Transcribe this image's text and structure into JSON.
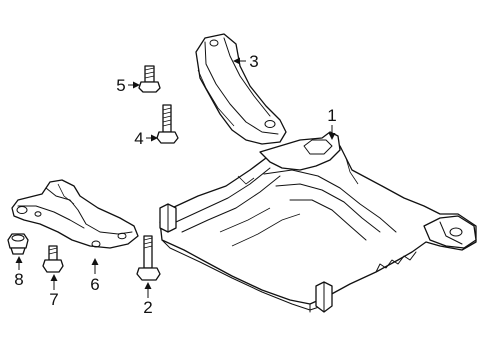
{
  "callouts": [
    {
      "id": "1",
      "part": "subframe"
    },
    {
      "id": "2",
      "part": "subframe-bolt"
    },
    {
      "id": "3",
      "part": "upper-bracket"
    },
    {
      "id": "4",
      "part": "bracket-bolt"
    },
    {
      "id": "5",
      "part": "small-bolt"
    },
    {
      "id": "6",
      "part": "lower-plate"
    },
    {
      "id": "7",
      "part": "plate-bolt"
    },
    {
      "id": "8",
      "part": "nut"
    }
  ]
}
